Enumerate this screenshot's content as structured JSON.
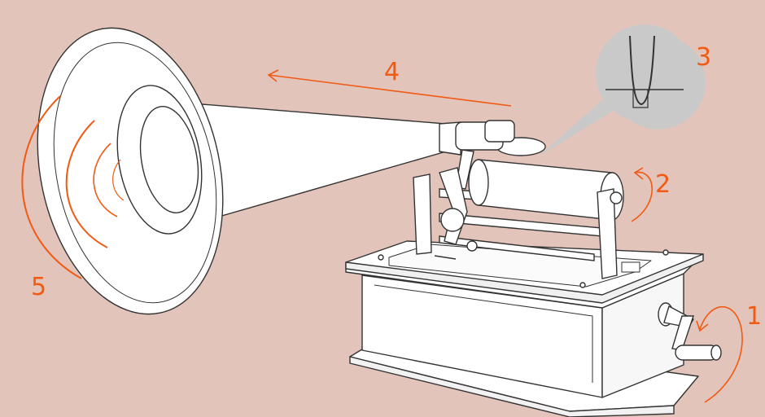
{
  "colors": {
    "background": "#e3c4ba",
    "accent": "#f05a14",
    "line": "#333333",
    "fill": "#ffffff",
    "callout": "#c9c9c9"
  },
  "labels": {
    "crank": "1",
    "cylinder_rotation": "2",
    "stylus_groove": "3",
    "sound_travel": "4",
    "sound_waves": "5"
  }
}
